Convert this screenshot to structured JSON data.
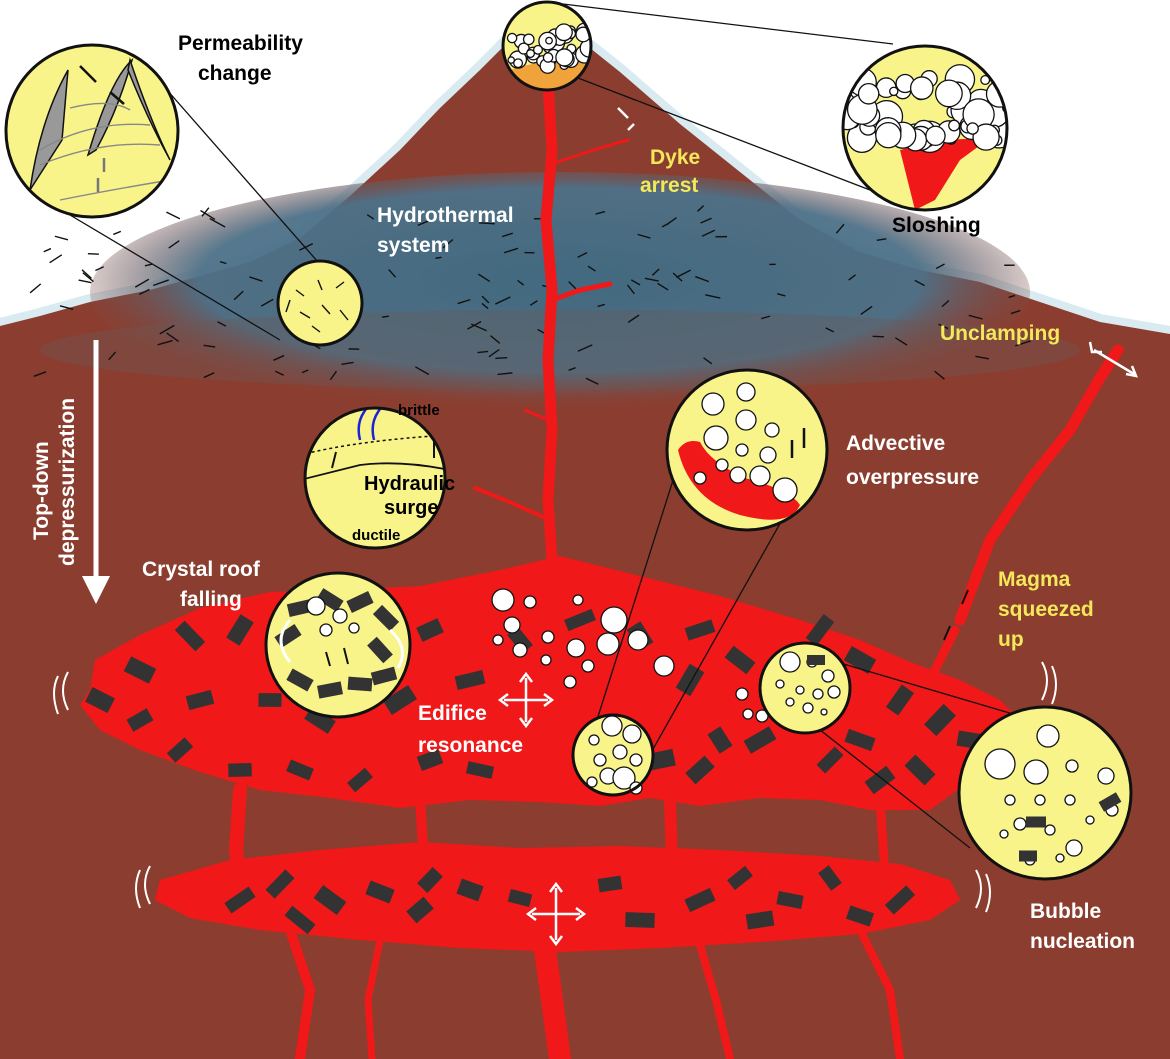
{
  "labels": {
    "permeability": [
      "Permeability",
      "change"
    ],
    "dyke": [
      "Dyke",
      "arrest"
    ],
    "sloshing": "Sloshing",
    "hydrothermal": [
      "Hydrothermal",
      "system"
    ],
    "unclamping": "Unclamping",
    "top_down": [
      "Top-down",
      "depressurization"
    ],
    "brittle": "brittle",
    "hydraulic": [
      "Hydraulic",
      "surge"
    ],
    "ductile": "ductile",
    "advective": [
      "Advective",
      "overpressure"
    ],
    "crystal_roof": [
      "Crystal roof",
      "falling"
    ],
    "magma_squeezed": [
      "Magma",
      "squeezed",
      "up"
    ],
    "edifice": [
      "Edifice",
      "resonance"
    ],
    "bubble_nucleation": [
      "Bubble",
      "nucleation"
    ]
  },
  "colors": {
    "crust": "#8b3e2f",
    "magma": "#f01818",
    "inset_fill": "#f8f48a",
    "hydrothermal": "#3e6c84",
    "label_yellow": "#f3e85a",
    "label_white": "#ffffff",
    "crystal": "#333333"
  }
}
